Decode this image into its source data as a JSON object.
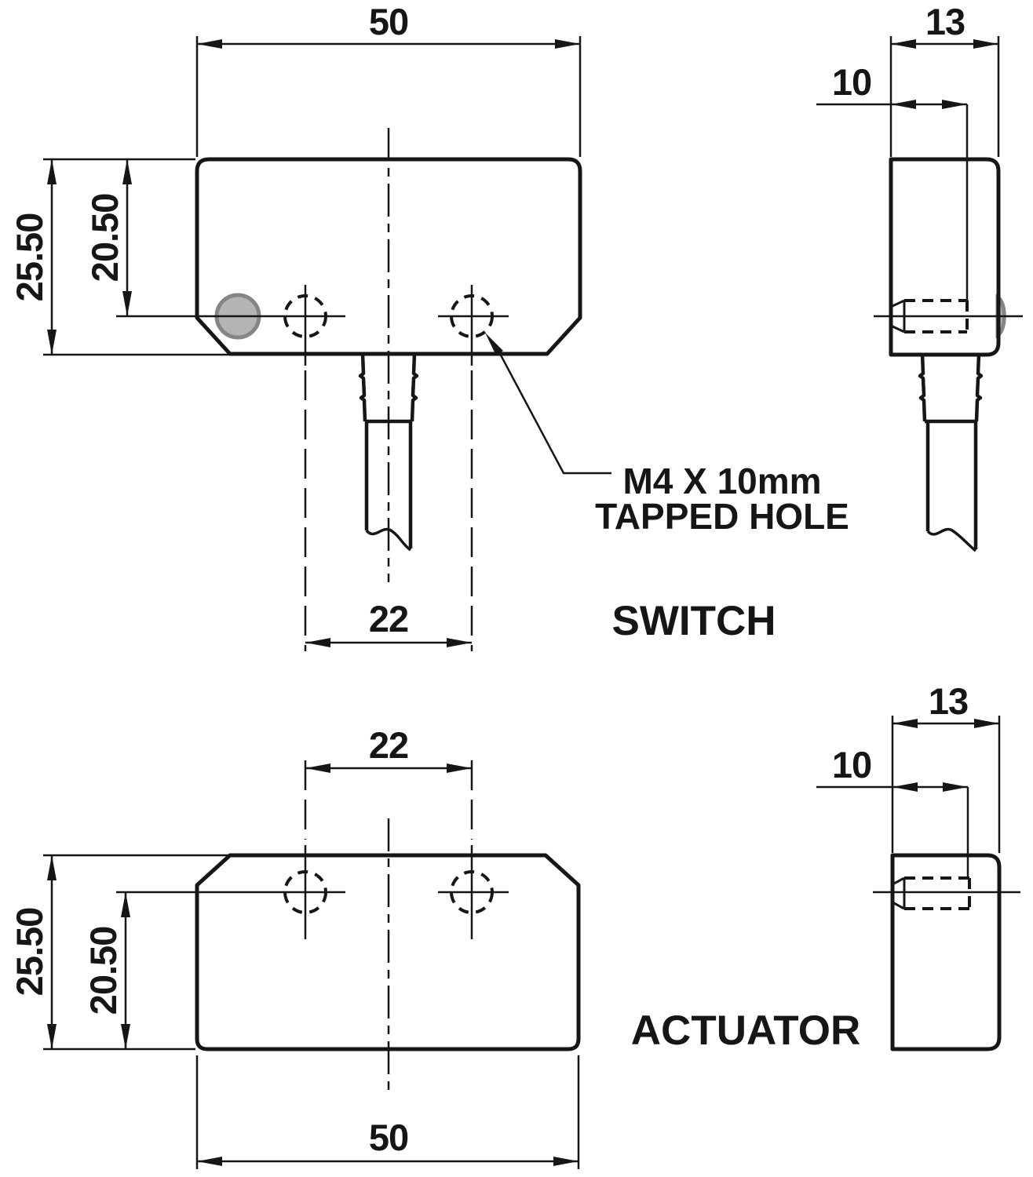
{
  "colors": {
    "background": "#ffffff",
    "ink": "#161616",
    "led_fill": "#b4b4b4",
    "led_stroke": "#858585"
  },
  "switch": {
    "label": "SWITCH",
    "dims": {
      "width": "50",
      "height": "25.50",
      "hole_center_height": "20.50",
      "hole_spacing": "22",
      "depth": "13",
      "hole_depth": "10"
    },
    "callout": {
      "line1": "M4 X 10mm",
      "line2": "TAPPED HOLE"
    }
  },
  "actuator": {
    "label": "ACTUATOR",
    "dims": {
      "width": "50",
      "height": "25.50",
      "hole_center_height": "20.50",
      "hole_spacing": "22",
      "depth": "13",
      "hole_depth": "10"
    }
  }
}
